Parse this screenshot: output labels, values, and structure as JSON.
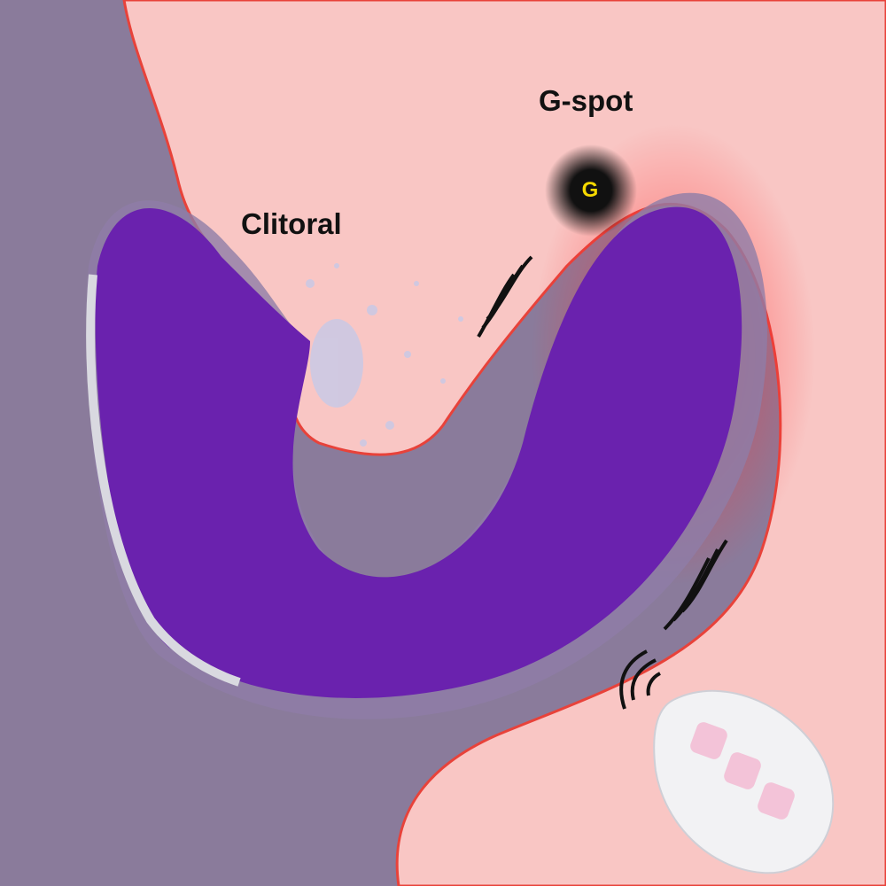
{
  "labels": {
    "gspot": "G-spot",
    "clitoral": "Clitoral",
    "g_badge": "G"
  },
  "colors": {
    "background": "#8a7b9b",
    "skin": "#f9c6c4",
    "outline": "#e8423a",
    "device": "#6a22ae",
    "remote": "#f2f2f4",
    "remote_button": "#f3c3d8"
  }
}
